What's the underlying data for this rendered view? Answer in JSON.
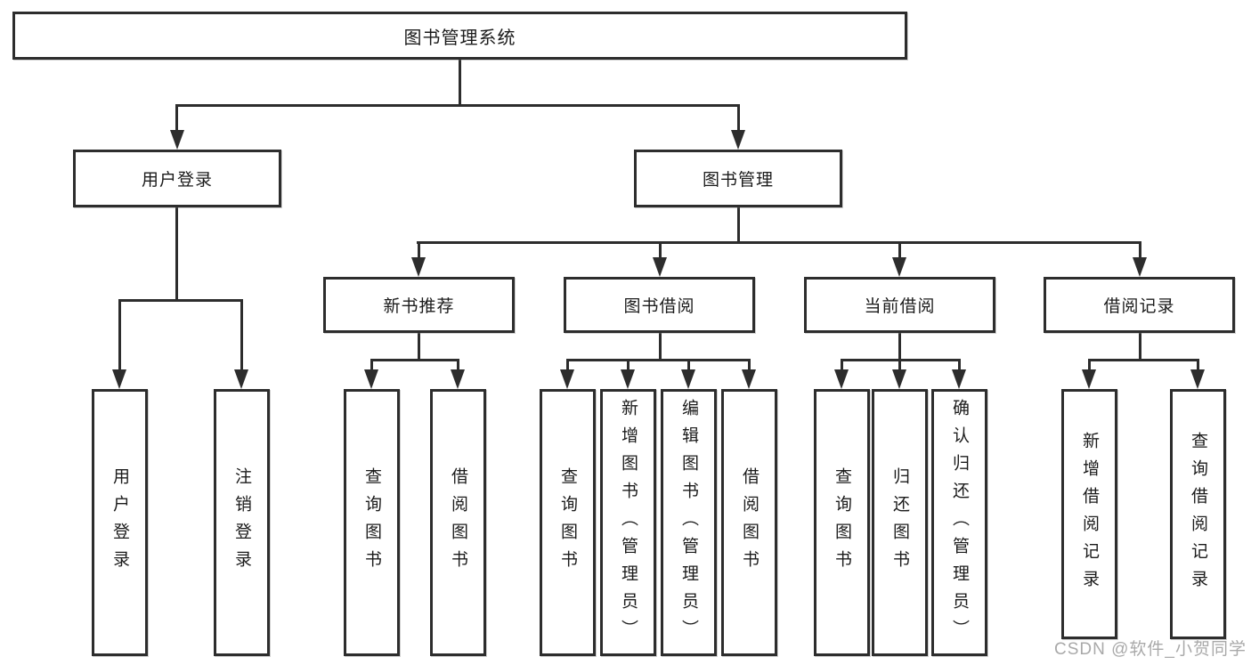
{
  "diagram": {
    "type": "tree",
    "root": {
      "label": "图书管理系统"
    },
    "level2": [
      {
        "label": "用户登录"
      },
      {
        "label": "图书管理"
      }
    ],
    "level3": [
      {
        "label": "新书推荐",
        "parent": "图书管理"
      },
      {
        "label": "图书借阅",
        "parent": "图书管理"
      },
      {
        "label": "当前借阅",
        "parent": "图书管理"
      },
      {
        "label": "借阅记录",
        "parent": "图书管理"
      }
    ],
    "leaves": {
      "user_login": [
        {
          "label": "用户登录"
        },
        {
          "label": "注销登录"
        }
      ],
      "new_book_recommend": [
        {
          "label": "查询图书"
        },
        {
          "label": "借阅图书"
        }
      ],
      "book_borrow": [
        {
          "label": "查询图书"
        },
        {
          "label": "新增图书（管理员）"
        },
        {
          "label": "编辑图书（管理员）"
        },
        {
          "label": "借阅图书"
        }
      ],
      "current_borrow": [
        {
          "label": "查询图书"
        },
        {
          "label": "归还图书"
        },
        {
          "label": "确认归还（管理员）"
        }
      ],
      "borrow_records": [
        {
          "label": "新增借阅记录"
        },
        {
          "label": "查询借阅记录"
        }
      ]
    },
    "watermark": "CSDN @软件_小贺同学",
    "colors": {
      "line": "#2d2d2d",
      "text": "#1b1b1b",
      "watermark": "#a9a9a9",
      "background": "#ffffff"
    }
  }
}
